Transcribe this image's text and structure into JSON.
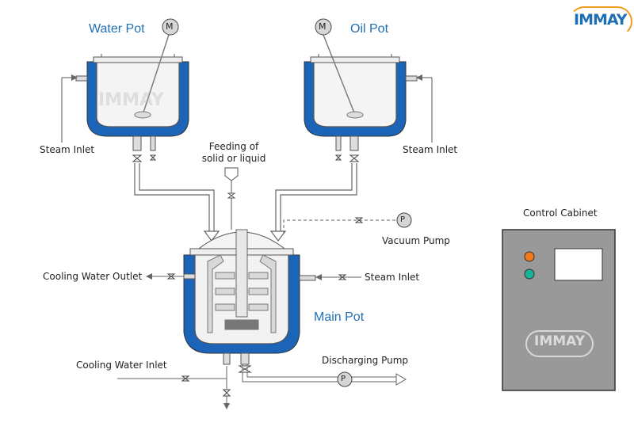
{
  "brand": {
    "logo_text": "IMMAY",
    "watermark_text": "IMMAY",
    "accent": "#1f6fb5",
    "jacket_color": "#1b64b8"
  },
  "water_pot": {
    "title": "Water Pot",
    "motor_label": "M",
    "steam_inlet": "Steam Inlet"
  },
  "oil_pot": {
    "title": "Oil Pot",
    "motor_label": "M",
    "steam_inlet": "Steam Inlet"
  },
  "feeding": {
    "line1": "Feeding of",
    "line2": "solid or liquid"
  },
  "vacuum_pump": {
    "label": "Vacuum Pump",
    "symbol": "P"
  },
  "main_pot": {
    "title": "Main Pot",
    "cooling_water_outlet": "Cooling Water Outlet",
    "steam_inlet": "Steam Inlet",
    "cooling_water_inlet": "Cooling Water Inlet"
  },
  "discharging_pump": {
    "label": "Discharging Pump",
    "symbol": "P"
  },
  "control_cabinet": {
    "title": "Control Cabinet",
    "indicator_colors": [
      "#f07a1a",
      "#17b39a"
    ],
    "watermark": "IMMAY"
  }
}
